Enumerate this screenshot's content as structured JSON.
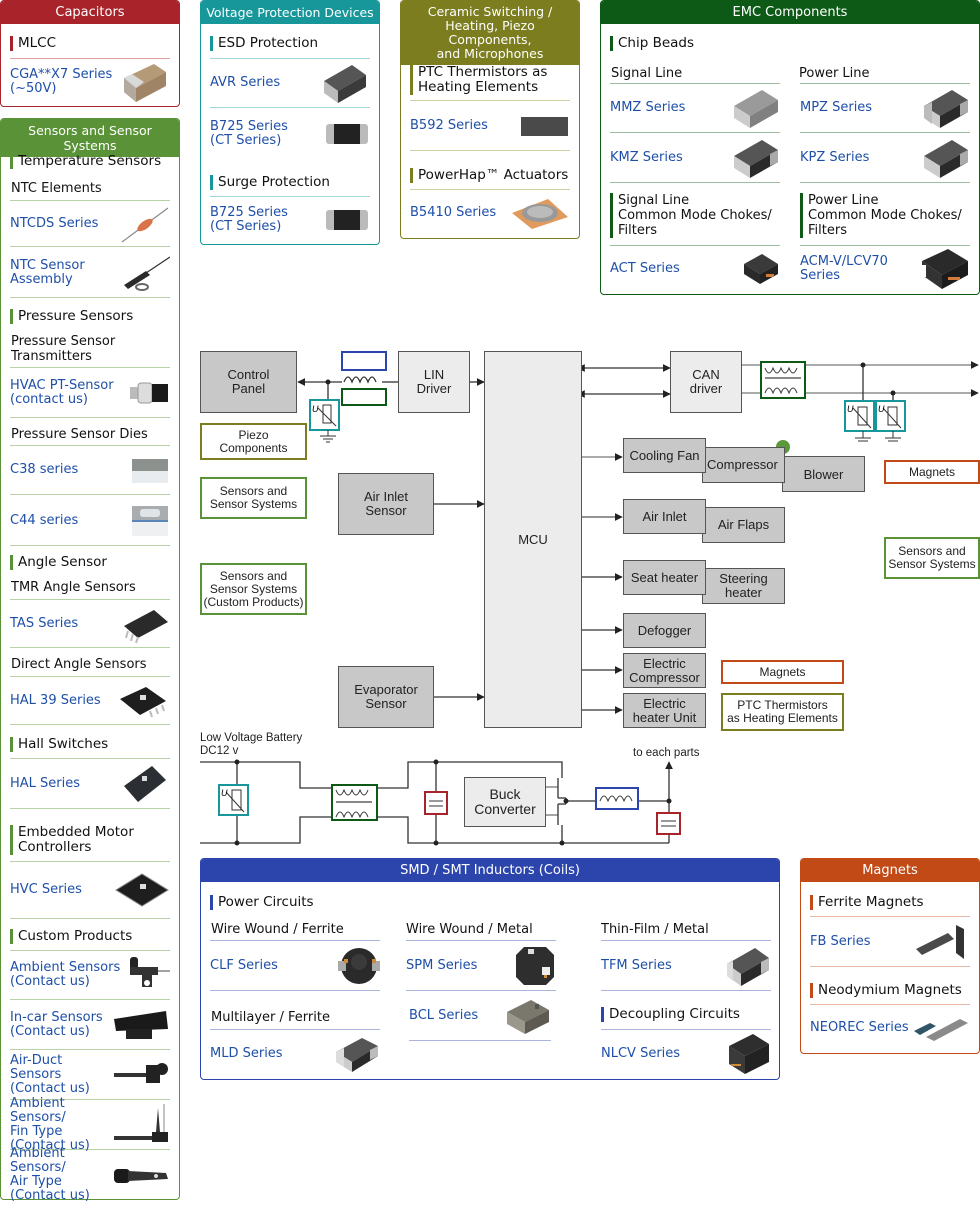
{
  "colors": {
    "capacitors": "#a8232a",
    "sensors": "#5a9337",
    "voltage": "#17979a",
    "ceramic": "#7b7d1e",
    "emc": "#0d5a16",
    "inductors": "#2b45ad",
    "magnets": "#c24a17",
    "link": "#1e4fa8"
  },
  "capacitors": {
    "title": "Capacitors",
    "section": "MLCC",
    "items": [
      {
        "label": "CGA**X7 Series\n(~50V)",
        "icon": "mlcc-chip-icon"
      }
    ]
  },
  "sensors": {
    "title": "Sensors and Sensor Systems",
    "temperature": {
      "heading": "Temperature Sensors",
      "sub": "NTC Elements",
      "items": [
        "NTCDS Series",
        "NTC Sensor\nAssembly"
      ]
    },
    "pressure": {
      "heading": "Pressure Sensors",
      "sub1": "Pressure Sensor\nTransmitters",
      "item1": "HVAC PT-Sensor\n(contact us)",
      "sub2": "Pressure Sensor Dies",
      "items2": [
        "C38 series",
        "C44 series"
      ]
    },
    "angle": {
      "heading": "Angle Sensor",
      "sub1": "TMR Angle Sensors",
      "item1": "TAS Series",
      "sub2": "Direct Angle Sensors",
      "item2": "HAL 39 Series"
    },
    "hall": {
      "heading": "Hall Switches",
      "item": "HAL Series"
    },
    "motor": {
      "heading": "Embedded Motor\nControllers",
      "item": "HVC Series"
    },
    "custom": {
      "heading": "Custom Products",
      "items": [
        "Ambient Sensors\n(Contact us)",
        "In-car Sensors\n(Contact us)",
        "Air-Duct\nSensors\n(Contact us)",
        "Ambient Sensors/\nFin Type\n(Contact us)",
        "Ambient Sensors/\nAir Type\n(Contact us)"
      ]
    }
  },
  "voltage": {
    "title": "Voltage Protection Devices",
    "esd": {
      "heading": "ESD Protection",
      "items": [
        "AVR Series",
        "B725 Series\n(CT Series)"
      ]
    },
    "surge": {
      "heading": "Surge Protection",
      "items": [
        "B725 Series\n(CT Series)"
      ]
    }
  },
  "ceramic": {
    "title": "Ceramic Switching /\nHeating, Piezo Components,\nand Microphones",
    "ptc": {
      "heading": "PTC Thermistors as\nHeating Elements",
      "item": "B592 Series"
    },
    "haptic": {
      "heading": "PowerHap™ Actuators",
      "item": "B5410 Series"
    }
  },
  "emc": {
    "title": "EMC Components",
    "beads": {
      "heading": "Chip Beads",
      "signal": "Signal Line",
      "power": "Power Line",
      "signal_items": [
        "MMZ Series",
        "KMZ Series"
      ],
      "power_items": [
        "MPZ Series",
        "KPZ Series"
      ]
    },
    "chokes": {
      "signal_heading": "Signal Line\nCommon Mode Chokes/\nFilters",
      "power_heading": "Power Line\nCommon Mode Chokes/\nFilters",
      "signal_item": "ACT Series",
      "power_item": "ACM-V/LCV70\nSeries"
    }
  },
  "diagram": {
    "control_panel": "Control\nPanel",
    "lin_driver": "LIN\nDriver",
    "mcu": "MCU",
    "can_driver": "CAN\ndriver",
    "air_inlet_sensor": "Air Inlet\nSensor",
    "evaporator_sensor": "Evaporator\nSensor",
    "cooling_fan": "Cooling Fan",
    "compressor": "Compressor",
    "blower": "Blower",
    "air_inlet": "Air Inlet",
    "air_flaps": "Air Flaps",
    "seat_heater": "Seat heater",
    "steering_heater": "Steering\nheater",
    "defogger": "Defogger",
    "electric_compressor": "Electric\nCompressor",
    "electric_heater": "Electric\nheater Unit",
    "buck_converter": "Buck\nConverter",
    "battery": "Low Voltage Battery\nDC12 v",
    "to_each_parts": "to each parts",
    "labels": {
      "piezo": "Piezo\nComponents",
      "sensors1": "Sensors and\nSensor Systems",
      "sensors_custom": "Sensors and\nSensor Systems\n(Custom Products)",
      "magnets1": "Magnets",
      "sensors2": "Sensors and\nSensor Systems",
      "magnets2": "Magnets",
      "ptc": "PTC Thermistors\nas Heating Elements"
    }
  },
  "inductors": {
    "title": "SMD / SMT Inductors (Coils)",
    "power": "Power Circuits",
    "ww_ferrite": "Wire Wound / Ferrite",
    "ww_metal": "Wire Wound / Metal",
    "tf_metal": "Thin-Film / Metal",
    "ml_ferrite": "Multilayer / Ferrite",
    "decoupling": "Decoupling Circuits",
    "items": {
      "clf": "CLF Series",
      "spm": "SPM Series",
      "tfm": "TFM Series",
      "bcl": "BCL Series",
      "mld": "MLD Series",
      "nlcv": "NLCV Series"
    }
  },
  "magnets": {
    "title": "Magnets",
    "ferrite": {
      "heading": "Ferrite Magnets",
      "item": "FB Series"
    },
    "neodymium": {
      "heading": "Neodymium Magnets",
      "item": "NEOREC Series"
    }
  }
}
